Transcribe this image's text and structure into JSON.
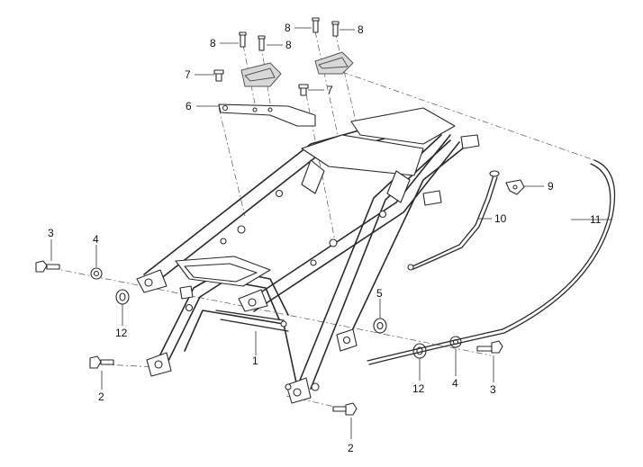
{
  "callouts": {
    "c1": "1",
    "c2a": "2",
    "c2b": "2",
    "c3a": "3",
    "c3b": "3",
    "c4a": "4",
    "c4b": "4",
    "c5": "5",
    "c6": "6",
    "c7a": "7",
    "c7b": "7",
    "c8a": "8",
    "c8b": "8",
    "c8c": "8",
    "c8d": "8",
    "c9": "9",
    "c10": "10",
    "c11": "11",
    "c12a": "12",
    "c12b": "12"
  }
}
